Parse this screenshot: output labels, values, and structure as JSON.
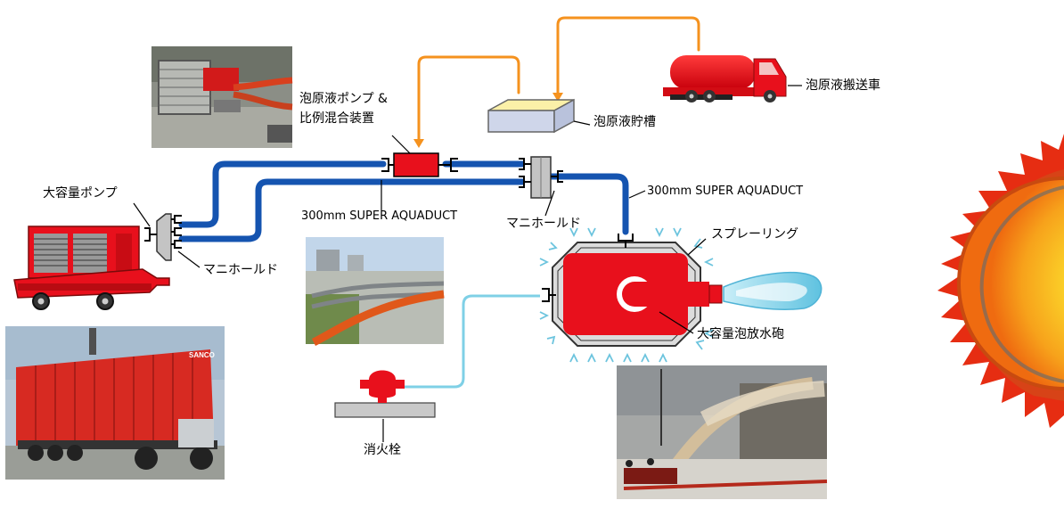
{
  "labels": {
    "large_pump": "大容量ポンプ",
    "foam_pump_line1": "泡原液ポンプ &",
    "foam_pump_line2": "比例混合装置",
    "foam_tank": "泡原液貯槽",
    "foam_truck": "泡原液搬送車",
    "manifold_left": "マニホールド",
    "manifold_mid": "マニホールド",
    "hose_left": "300mm SUPER AQUADUCT",
    "hose_right": "300mm SUPER AQUADUCT",
    "spray_ring": "スプレーリング",
    "cannon": "大容量泡放水砲",
    "hydrant": "消火栓",
    "trailer_brand": "SANCO"
  },
  "colors": {
    "hose_blue": "#1554b0",
    "foam_orange": "#f5921e",
    "equipment_red": "#e8101c",
    "water_light_blue": "#7fd0e6",
    "spray_arrow": "#6cc4de",
    "tank_cream": "#fbf0a8",
    "sun_red": "#e62d12",
    "sun_yellow": "#fbd72a"
  },
  "icons": {
    "pump": "large-capacity-pump-icon",
    "manifold": "manifold-icon",
    "proportioner": "foam-proportioner-icon",
    "tank": "foam-tank-icon",
    "truck": "foam-truck-icon",
    "cannon": "foam-cannon-icon",
    "hydrant": "fire-hydrant-icon",
    "fire": "sun-fire-icon"
  }
}
